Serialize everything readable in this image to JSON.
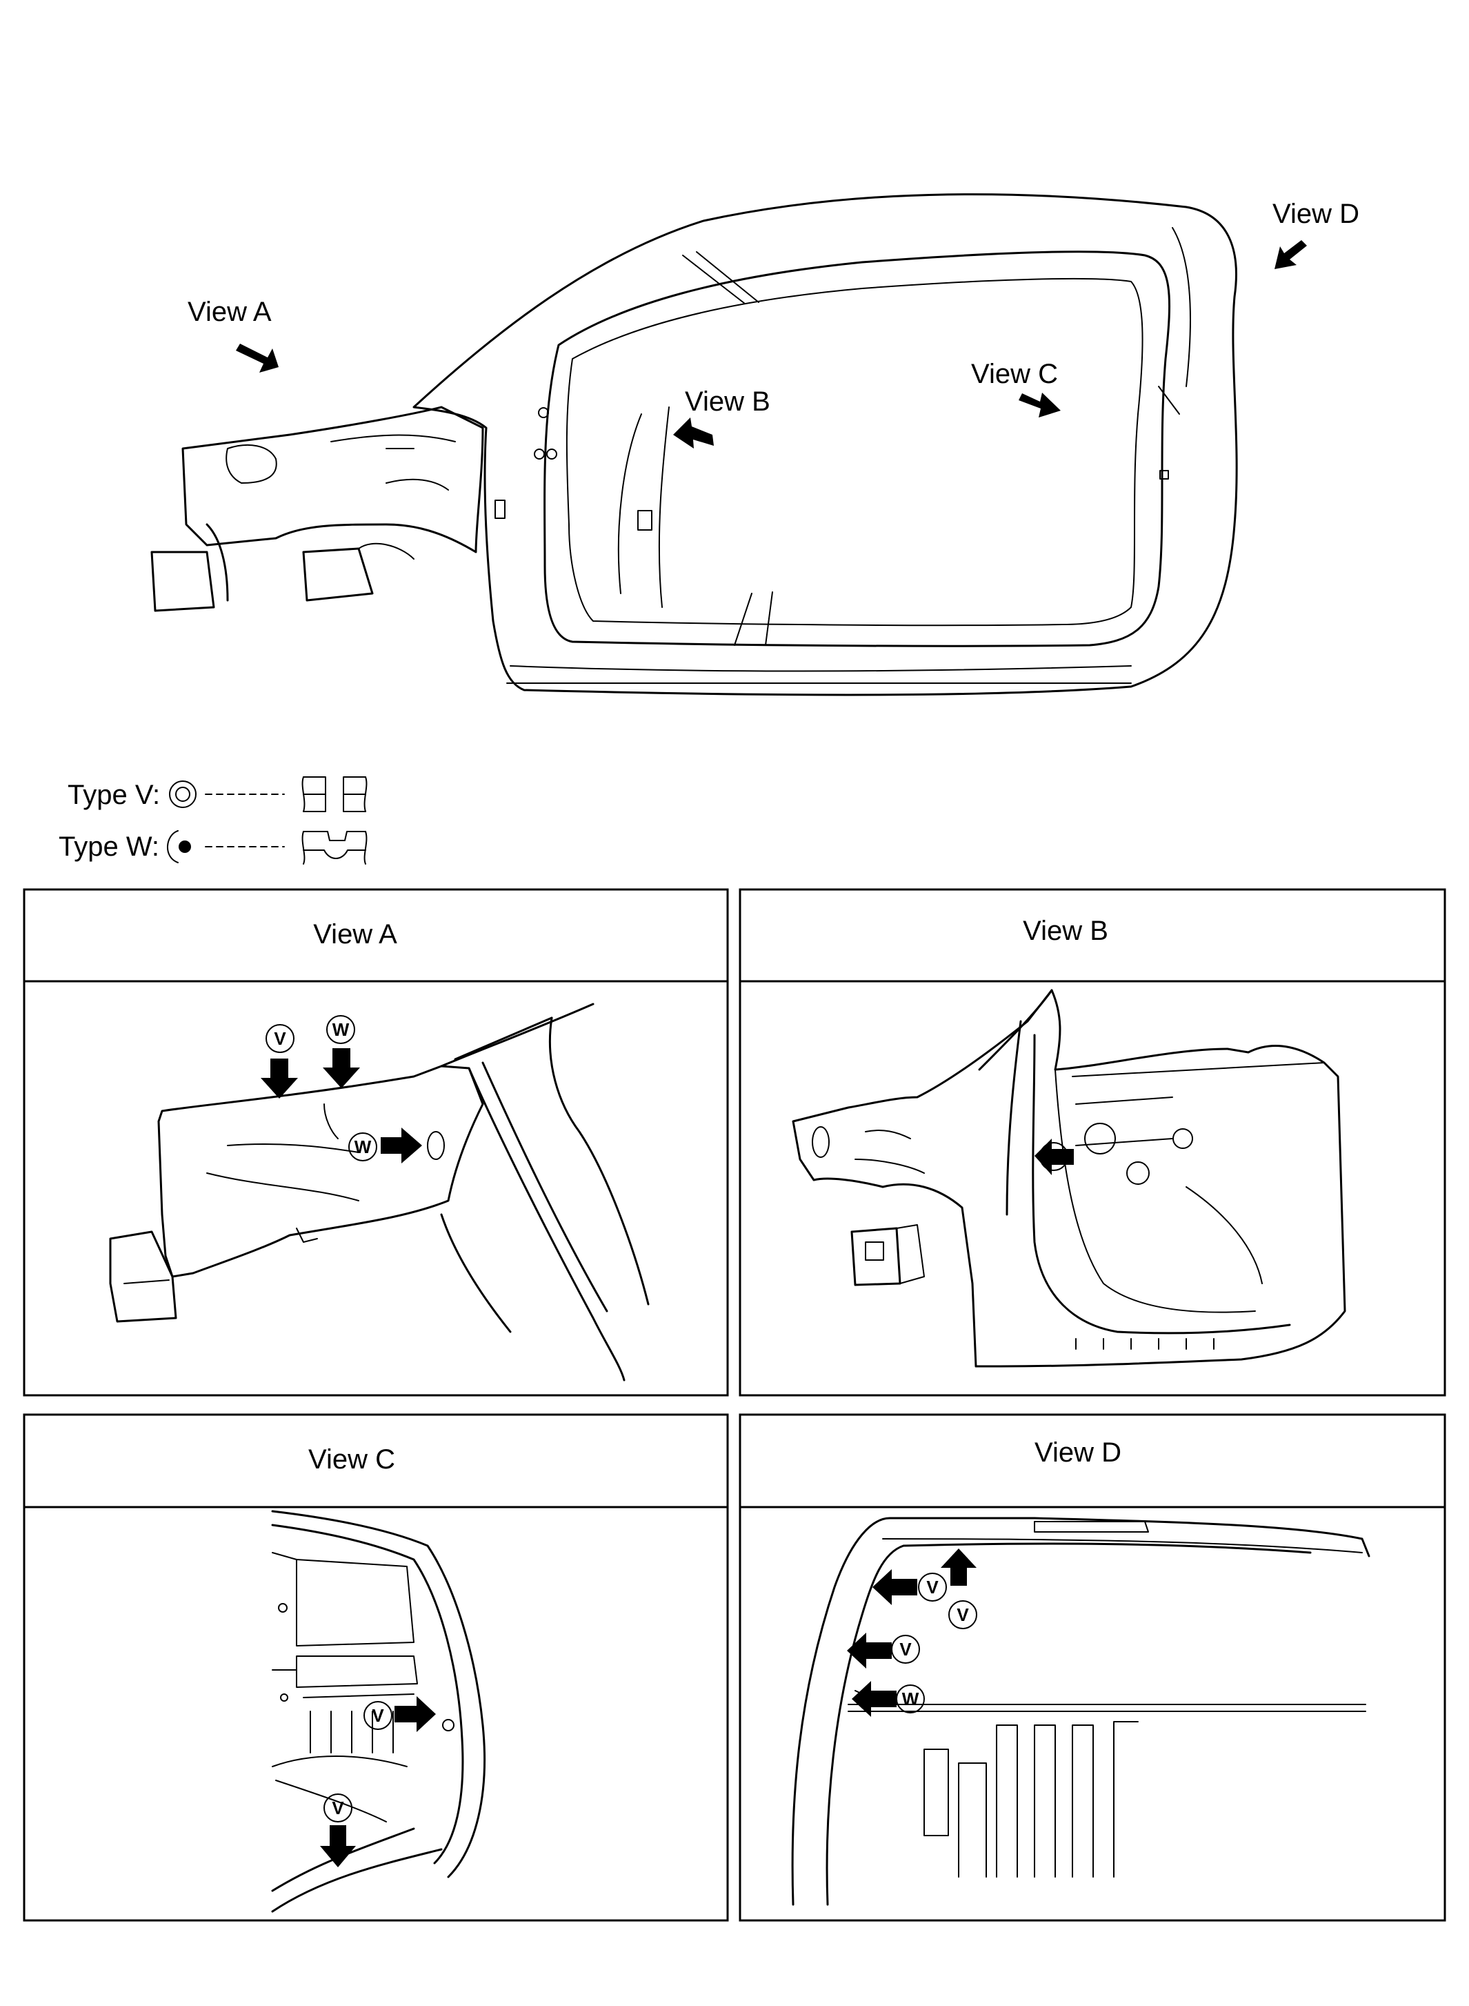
{
  "overview": {
    "labels": {
      "view_a": "View A",
      "view_b": "View B",
      "view_c": "View C",
      "view_d": "View D"
    }
  },
  "legend": {
    "type_v": "Type V:",
    "type_w": "Type W:"
  },
  "panels": {
    "a": {
      "title": "View A"
    },
    "b": {
      "title": "View B"
    },
    "c": {
      "title": "View C"
    },
    "d": {
      "title": "View D"
    }
  },
  "callouts": {
    "v": "V",
    "w": "W"
  }
}
